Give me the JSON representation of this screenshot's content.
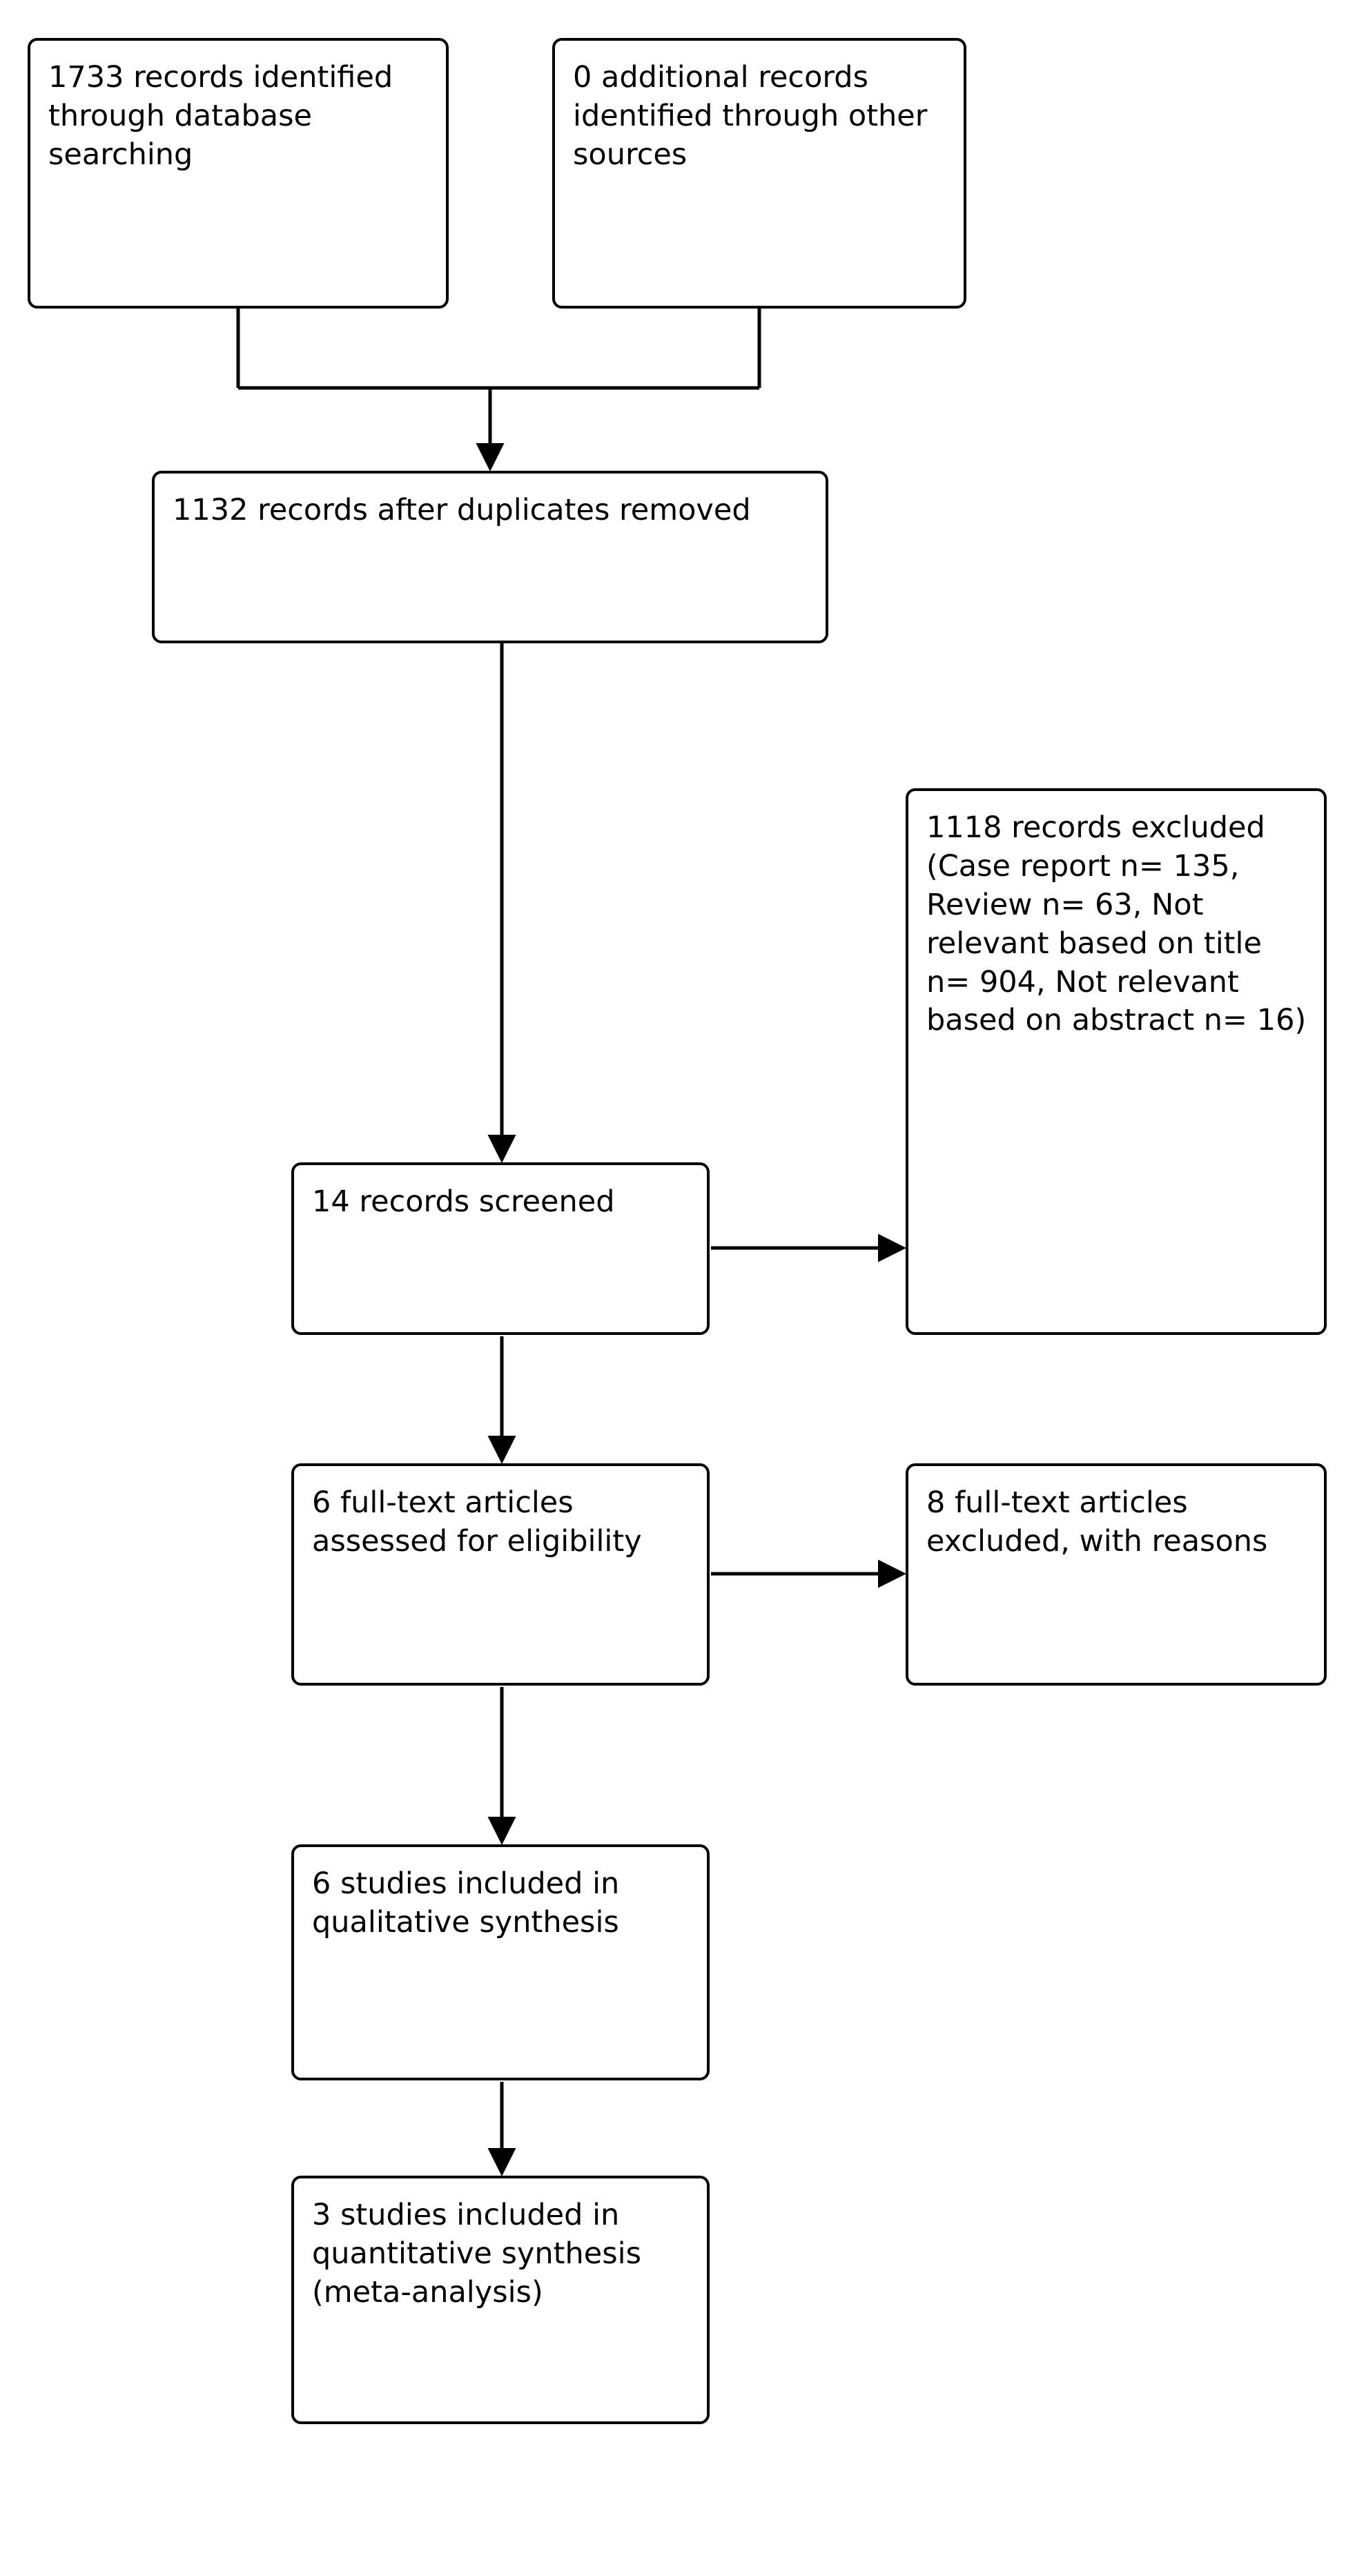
{
  "diagram": {
    "type": "prisma-flow-diagram",
    "title": "",
    "background_color": "#ffffff",
    "line_color": "#000000",
    "text_color": "#000000",
    "boxes": [
      {
        "id": "identified-db",
        "text": "1733 records identified through database searching"
      },
      {
        "id": "identified-other",
        "text": "0 additional records identified through other sources"
      },
      {
        "id": "after-duplicates",
        "text": "1132 records after duplicates removed"
      },
      {
        "id": "screened",
        "text": "14 records screened"
      },
      {
        "id": "records-excluded",
        "text": "1118 records excluded (Case report n= 135, Review n= 63, Not relevant based on title n= 904, Not relevant based on abstract n= 16)"
      },
      {
        "id": "fulltext-assessed",
        "text": "6 full-text articles assessed for eligibility"
      },
      {
        "id": "fulltext-excluded",
        "text": "8 full-text articles excluded, with reasons"
      },
      {
        "id": "qualitative",
        "text": "6 studies included in qualitative synthesis"
      },
      {
        "id": "quantitative",
        "text": "3 studies included in quantitative synthesis (meta-analysis)"
      }
    ]
  },
  "chart_data": {
    "type": "diagram",
    "title": "PRISMA flow diagram",
    "nodes": [
      {
        "id": "identified-db",
        "label": "1733 records identified through database searching",
        "count": 1733
      },
      {
        "id": "identified-other",
        "label": "0 additional records identified through other sources",
        "count": 0
      },
      {
        "id": "after-duplicates",
        "label": "1132 records after duplicates removed",
        "count": 1132
      },
      {
        "id": "screened",
        "label": "14 records screened",
        "count": 14
      },
      {
        "id": "records-excluded",
        "label": "1118 records excluded (Case report n= 135, Review n= 63, Not relevant based on title n= 904, Not relevant based on abstract n= 16)",
        "count": 1118
      },
      {
        "id": "fulltext-assessed",
        "label": "6 full-text articles assessed for eligibility",
        "count": 6
      },
      {
        "id": "fulltext-excluded",
        "label": "8 full-text articles excluded, with reasons",
        "count": 8
      },
      {
        "id": "qualitative",
        "label": "6 studies included in qualitative synthesis",
        "count": 6
      },
      {
        "id": "quantitative",
        "label": "3 studies included in quantitative synthesis (meta-analysis)",
        "count": 3
      }
    ],
    "edges": [
      {
        "from": "identified-db",
        "to": "after-duplicates",
        "direction": "down"
      },
      {
        "from": "identified-other",
        "to": "after-duplicates",
        "direction": "down"
      },
      {
        "from": "after-duplicates",
        "to": "screened",
        "direction": "down"
      },
      {
        "from": "screened",
        "to": "records-excluded",
        "direction": "right"
      },
      {
        "from": "screened",
        "to": "fulltext-assessed",
        "direction": "down"
      },
      {
        "from": "fulltext-assessed",
        "to": "fulltext-excluded",
        "direction": "right"
      },
      {
        "from": "fulltext-assessed",
        "to": "qualitative",
        "direction": "down"
      },
      {
        "from": "qualitative",
        "to": "quantitative",
        "direction": "down"
      }
    ],
    "exclusion_breakdown": [
      {
        "reason": "Case report",
        "n": 135
      },
      {
        "reason": "Review",
        "n": 63
      },
      {
        "reason": "Not relevant based on title",
        "n": 904
      },
      {
        "reason": "Not relevant based on abstract",
        "n": 16
      }
    ]
  }
}
